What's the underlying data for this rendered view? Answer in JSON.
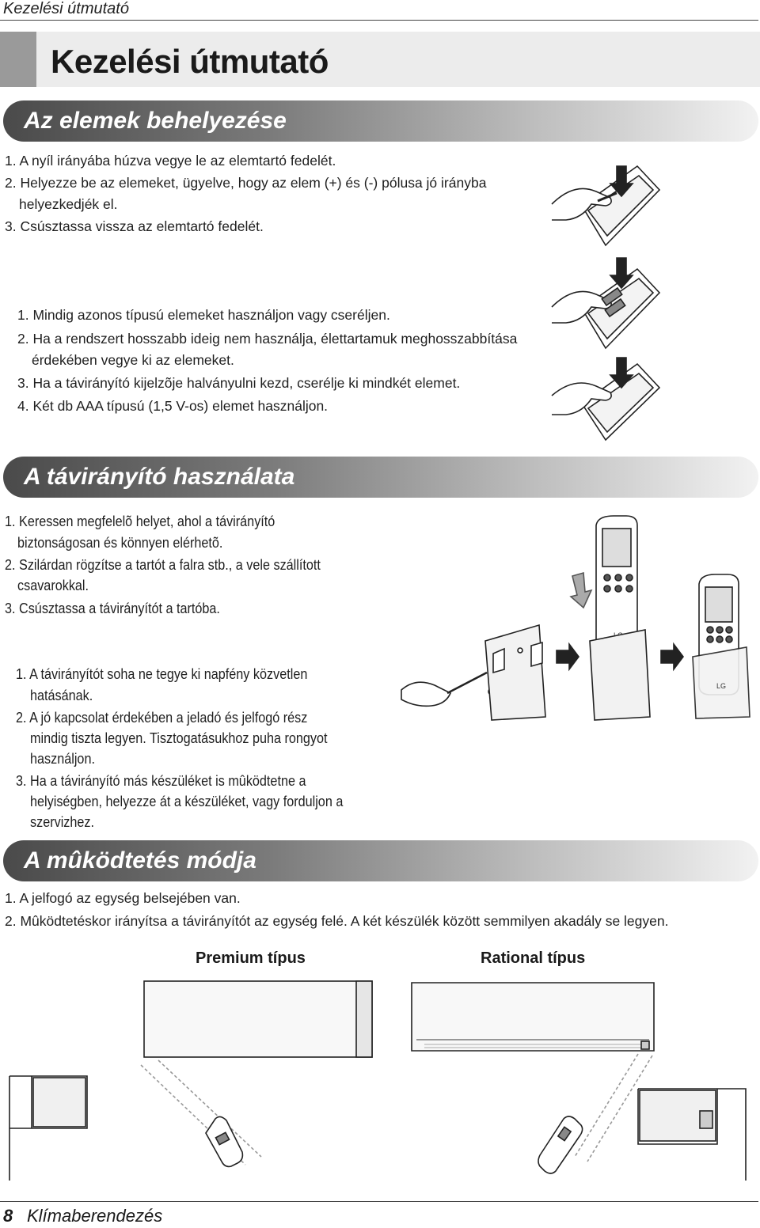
{
  "header": {
    "running_title": "Kezelési útmutató"
  },
  "page_title": "Kezelési útmutató",
  "sections": {
    "batteries": {
      "title": "Az elemek behelyezése",
      "steps": [
        "1. A nyíl irányába húzva vegye le az elemtartó fedelét.",
        "2. Helyezze be az elemeket, ügyelve, hogy az elem (+) és (-) pólusa jó irányba",
        "helyezkedjék el.",
        "3. Csúsztassa vissza az elemtartó fedelét."
      ],
      "notes": [
        "1. Mindig azonos típusú elemeket használjon vagy cseréljen.",
        "2. Ha a rendszert hosszabb ideig nem használja, élettartamuk meghosszabbítása",
        "érdekében vegye ki az elemeket.",
        "3. Ha a távirányító kijelzõje halványulni kezd, cserélje ki mindkét elemet.",
        "4. Két db AAA típusú (1,5 V-os) elemet használjon."
      ]
    },
    "remote_use": {
      "title": "A távirányító használata",
      "steps": [
        "1. Keressen megfelelõ helyet, ahol a távirányító",
        "biztonságosan és könnyen elérhetõ.",
        "2. Szilárdan rögzítse a tartót a falra stb., a vele szállított",
        "csavarokkal.",
        "3. Csúsztassa a távirányítót a tartóba."
      ],
      "notes": [
        "1. A távirányítót soha ne tegye ki napfény közvetlen",
        "hatásának.",
        "2. A jó kapcsolat érdekében a jeladó és jelfogó rész",
        "mindig tiszta legyen. Tisztogatásukhoz puha rongyot",
        "használjon.",
        "3. Ha a távirányító más készüléket is mûködtetne a",
        "helyiségben, helyezze át a készüléket, vagy forduljon a",
        "szervizhez."
      ]
    },
    "operation": {
      "title": "A mûködtetés módja",
      "steps": [
        "1. A jelfogó az egység belsejében van.",
        "2. Mûködtetéskor irányítsa a távirányítót az egység felé. A két készülék között semmilyen akadály se legyen."
      ],
      "premium_label": "Premium típus",
      "rational_label": "Rational típus"
    }
  },
  "remote_logo": "LG",
  "footer": {
    "page_number": "8",
    "text": "Klímaberendezés"
  }
}
